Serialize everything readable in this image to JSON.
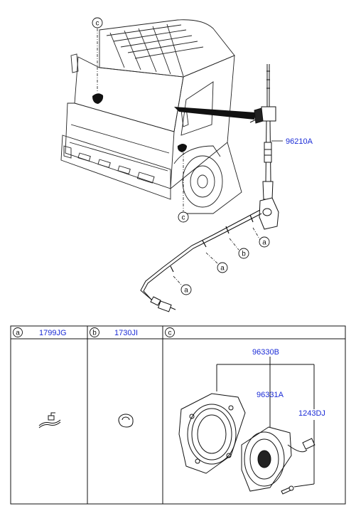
{
  "diagram": {
    "main_part_label": "96210A",
    "callouts": {
      "c_top": "c",
      "c_bottom": "c",
      "a1": "a",
      "b1": "b",
      "a2": "a",
      "a3": "a"
    }
  },
  "table": {
    "cells": [
      {
        "letter": "a",
        "part": "1799JG"
      },
      {
        "letter": "b",
        "part": "1730JI"
      },
      {
        "letter": "c",
        "part": ""
      }
    ],
    "speaker_parts": {
      "assembly": "96330B",
      "speaker": "96331A",
      "screw": "1243DJ"
    }
  },
  "colors": {
    "label": "#1a2bd6",
    "line": "#111111"
  }
}
